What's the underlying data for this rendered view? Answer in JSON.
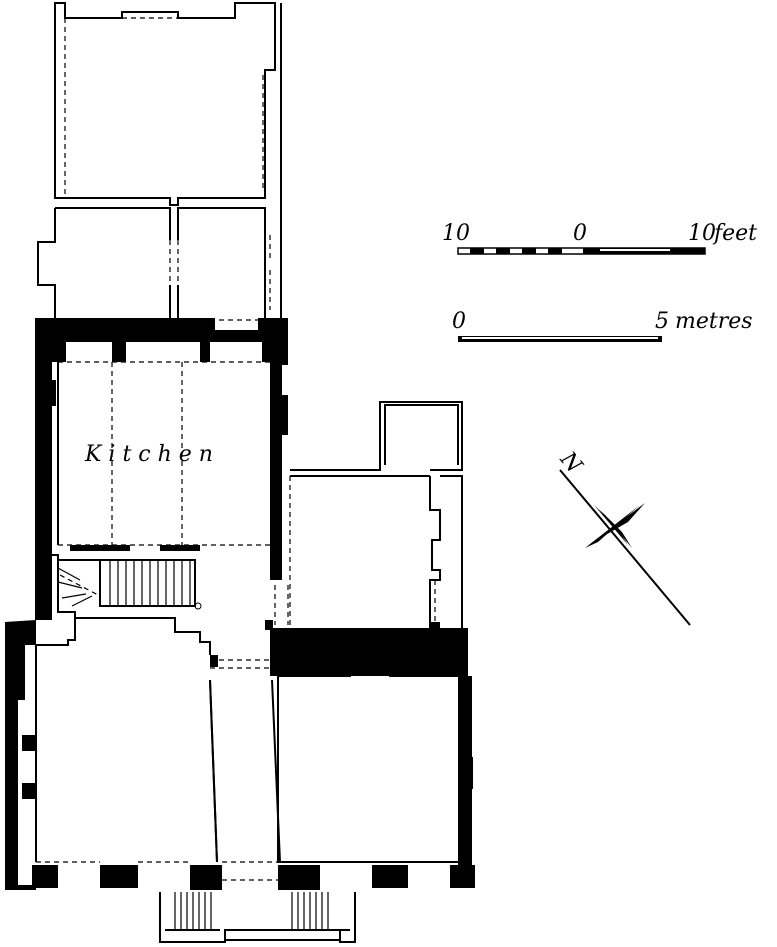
{
  "rooms": {
    "kitchen_label": "K i t c h e n"
  },
  "scale_bars": {
    "feet": {
      "left": "10",
      "middle": "0",
      "right": "10",
      "unit": "feet"
    },
    "metres": {
      "left": "0",
      "right": "5",
      "unit": "metres"
    }
  },
  "north_arrow": {
    "label": "N"
  },
  "colors": {
    "wall_solid": "#000000",
    "outline": "#000000",
    "background": "#ffffff"
  }
}
